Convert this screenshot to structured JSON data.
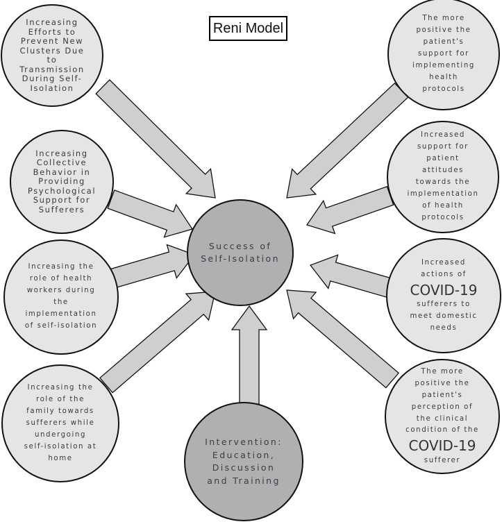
{
  "title": "Reni Model",
  "colors": {
    "outer_fill": "#e6e5e6",
    "center_fill": "#b2afb0",
    "arrow_fill": "#d0cecf",
    "stroke": "#111111",
    "text": "#3a3a3a"
  },
  "center": {
    "lines": [
      "Success of",
      "Self-Isolation"
    ]
  },
  "intervention": {
    "lines": [
      "Intervention:",
      "Education,",
      "Discussion",
      "and Training"
    ]
  },
  "left_nodes": [
    {
      "lines": [
        "Increasing",
        "Efforts to",
        "Prevent New",
        "Clusters Due",
        "to",
        "Transmission",
        "During Self-",
        "Isolation"
      ]
    },
    {
      "lines": [
        "Increasing",
        "Collective",
        "Behavior in",
        "Providing",
        "Psychological",
        "Support for",
        "Sufferers"
      ]
    },
    {
      "lines": [
        "Increasing the",
        "role of health",
        "workers during",
        "the",
        "implementation",
        "of self-isolation"
      ]
    },
    {
      "lines": [
        "Increasing the",
        "role of the",
        "family towards",
        "sufferers while",
        "undergoing",
        "self-isolation at",
        "home"
      ]
    }
  ],
  "right_nodes": [
    {
      "lines": [
        "The more",
        "positive the",
        "patient's",
        "support for",
        "implementing",
        "health",
        "protocols"
      ]
    },
    {
      "lines": [
        "Increased",
        "support for",
        "patient",
        "attitudes",
        "towards the",
        "implementation",
        "of health",
        "protocols"
      ]
    },
    {
      "lines": [
        "Increased",
        "actions of",
        "COVID-19",
        "sufferers to",
        "meet domestic",
        "needs"
      ]
    },
    {
      "lines": [
        "The more",
        "positive the",
        "patient's",
        "perception of",
        "the clinical",
        "condition of the",
        "COVID-19",
        "sufferer"
      ]
    }
  ]
}
